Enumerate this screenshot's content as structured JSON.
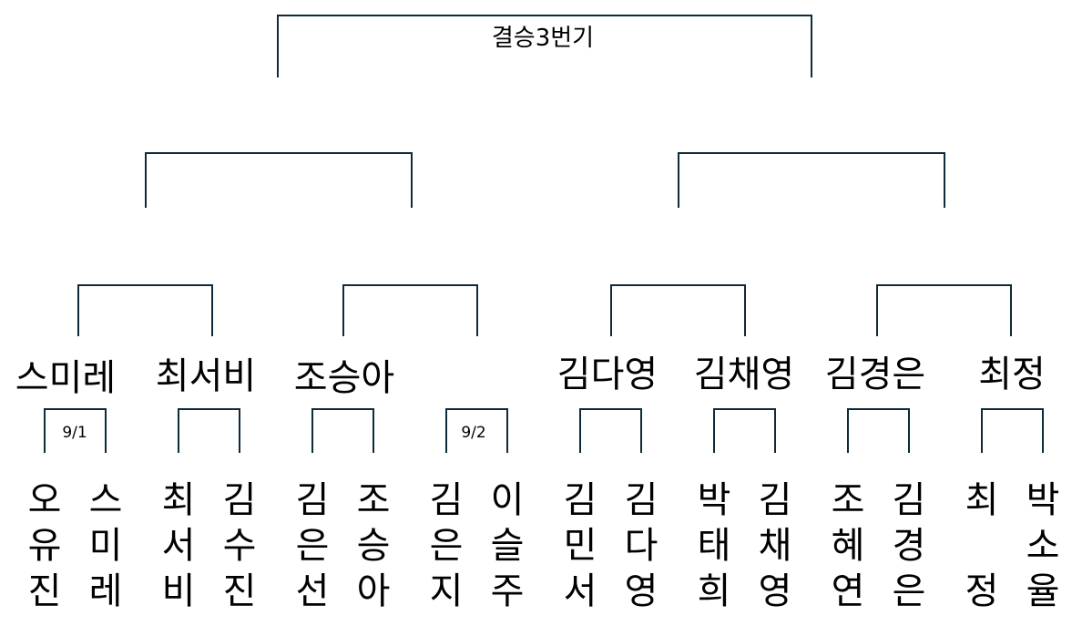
{
  "round_label": "결승3번기",
  "quarterfinal_names": [
    "스미레",
    "최서비",
    "조승아",
    "",
    "김다영",
    "김채영",
    "김경은",
    "최정"
  ],
  "first_round_match_labels": [
    "9/1",
    "",
    "",
    "9/2",
    "",
    "",
    "",
    ""
  ],
  "players": [
    [
      "오",
      "유",
      "진"
    ],
    [
      "스",
      "미",
      "레"
    ],
    [
      "최",
      "서",
      "비"
    ],
    [
      "김",
      "수",
      "진"
    ],
    [
      "김",
      "은",
      "선"
    ],
    [
      "조",
      "승",
      "아"
    ],
    [
      "김",
      "은",
      "지"
    ],
    [
      "이",
      "슬",
      "주"
    ],
    [
      "김",
      "민",
      "서"
    ],
    [
      "김",
      "다",
      "영"
    ],
    [
      "박",
      "태",
      "희"
    ],
    [
      "김",
      "채",
      "영"
    ],
    [
      "조",
      "혜",
      "연"
    ],
    [
      "김",
      "경",
      "은"
    ],
    [
      "최",
      "",
      "정"
    ],
    [
      "박",
      "소",
      "율"
    ]
  ]
}
